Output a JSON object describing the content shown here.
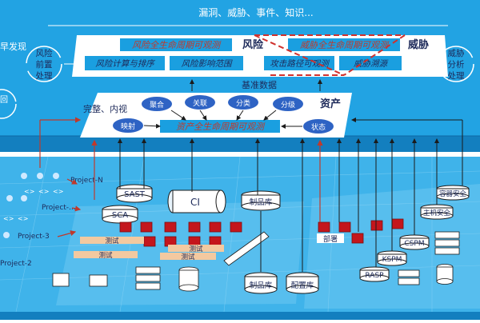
{
  "top_banner": "漏洞、威胁、事件、知识...",
  "left": {
    "discover": "早发现",
    "risk_pre_1": "风险",
    "risk_pre_2": "前置",
    "risk_pre_3": "处理",
    "cut_char": "回"
  },
  "right": {
    "threat_1": "威胁",
    "threat_2": "分析",
    "threat_3": "处理"
  },
  "risk_panel": {
    "title": "风险",
    "lifecycle": "风险全生命周期可观测",
    "calc_sort": "风险计算与排序",
    "impact": "风险影响范围"
  },
  "threat_panel": {
    "title": "威胁",
    "lifecycle": "威胁全生命周期可观测",
    "attack_path": "攻击路径可观测",
    "trace": "威胁溯源"
  },
  "baseline": "基准数据",
  "asset_panel": {
    "title": "资产",
    "complete": "完整、内视",
    "lifecycle": "资产全生命周期可观测",
    "pills": [
      "聚合",
      "关联",
      "分类",
      "分级"
    ],
    "mapping": "映射",
    "status": "状态"
  },
  "projects": [
    "Project-N",
    "Project-...",
    "Project-3",
    "Project-2"
  ],
  "code_marks": "<>",
  "tools": {
    "sast": "SAST",
    "sca": "SCA",
    "ci": "CI",
    "artifact": "制品库",
    "artifact2": "制品库",
    "config": "配置库",
    "test": "测试",
    "deploy": "部署",
    "cspm": "CSPM",
    "kspm": "KSPM",
    "rasp": "RASP",
    "container_sec": "容器安全",
    "host_sec": "主机安全"
  },
  "colors": {
    "panel_blue": "#1a9fe0",
    "arrow_red": "#c0392b",
    "dash_red": "#d0312d",
    "pill_blue": "#2e63c4",
    "text_red": "#c0392b",
    "text_navy": "#2b3a8c"
  }
}
